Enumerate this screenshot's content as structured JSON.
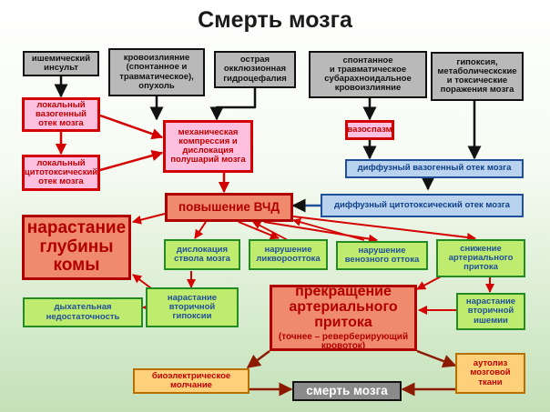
{
  "title": "Смерть мозга",
  "causes": {
    "ischemic_stroke": "ишемический\nинсульт",
    "hemorrhage": "кровоизлияние\n(спонтанное и\nтравматическое),\nопухоль",
    "hydrocephalus": "острая\nокклюзионная\nгидроцефалия",
    "subarachnoid": "спонтанное\nи травматическое\nсубарахноидальное\nкровоизлияние",
    "hypoxia": "гипоксия,\nметаболическские\nи токсические\nпоражения мозга"
  },
  "edema": {
    "local_vasogenic": "локальный\nвазогенный\nотек мозга",
    "local_cytotoxic": "локальный\nцитотоксический\nотек мозга",
    "compression": "механическая\nкомпрессия и\nдислокация\nполушарий мозга",
    "vasospasm": "вазоспазм",
    "diffuse_vasogenic": "диффузный вазогенный отек мозга",
    "diffuse_cytotoxic": "диффузный цитотоксический отек мозга"
  },
  "icp": "повышение ВЧД",
  "coma": "нарастание\nглубины\nкомы",
  "effects": {
    "brainstem": "дислокация\nствола мозга",
    "csf": "нарушение\nликворооттока",
    "venous": "нарушение\nвенозного оттока",
    "arterial": "снижение\nартериального\nпритока"
  },
  "secondary": {
    "respiratory": "дыхательная\nнедостаточность",
    "hypoxia": "нарастание\nвторичной\nгипоксии",
    "ischemia": "нарастание\nвторичной\nишемии"
  },
  "cessation": {
    "main": "прекращение\nартериального\nпритока",
    "note": "(точнее – реверберирующий\nкровоток)"
  },
  "outcomes": {
    "silence": "биоэлектрическое\nмолчание",
    "autolysis": "аутолиз\nмозговой\nткани",
    "death": "смерть мозга"
  },
  "colors": {
    "cause": "#b9b9b9",
    "local": "#ffbfdf",
    "diffuse": "#b9d3ee",
    "effect": "#bfeb6e",
    "critical": "#ef8a6d",
    "outcome": "#ffd07a",
    "final": "#8a8a8a",
    "arrow_red": "#d40000",
    "arrow_dark": "#111111"
  }
}
